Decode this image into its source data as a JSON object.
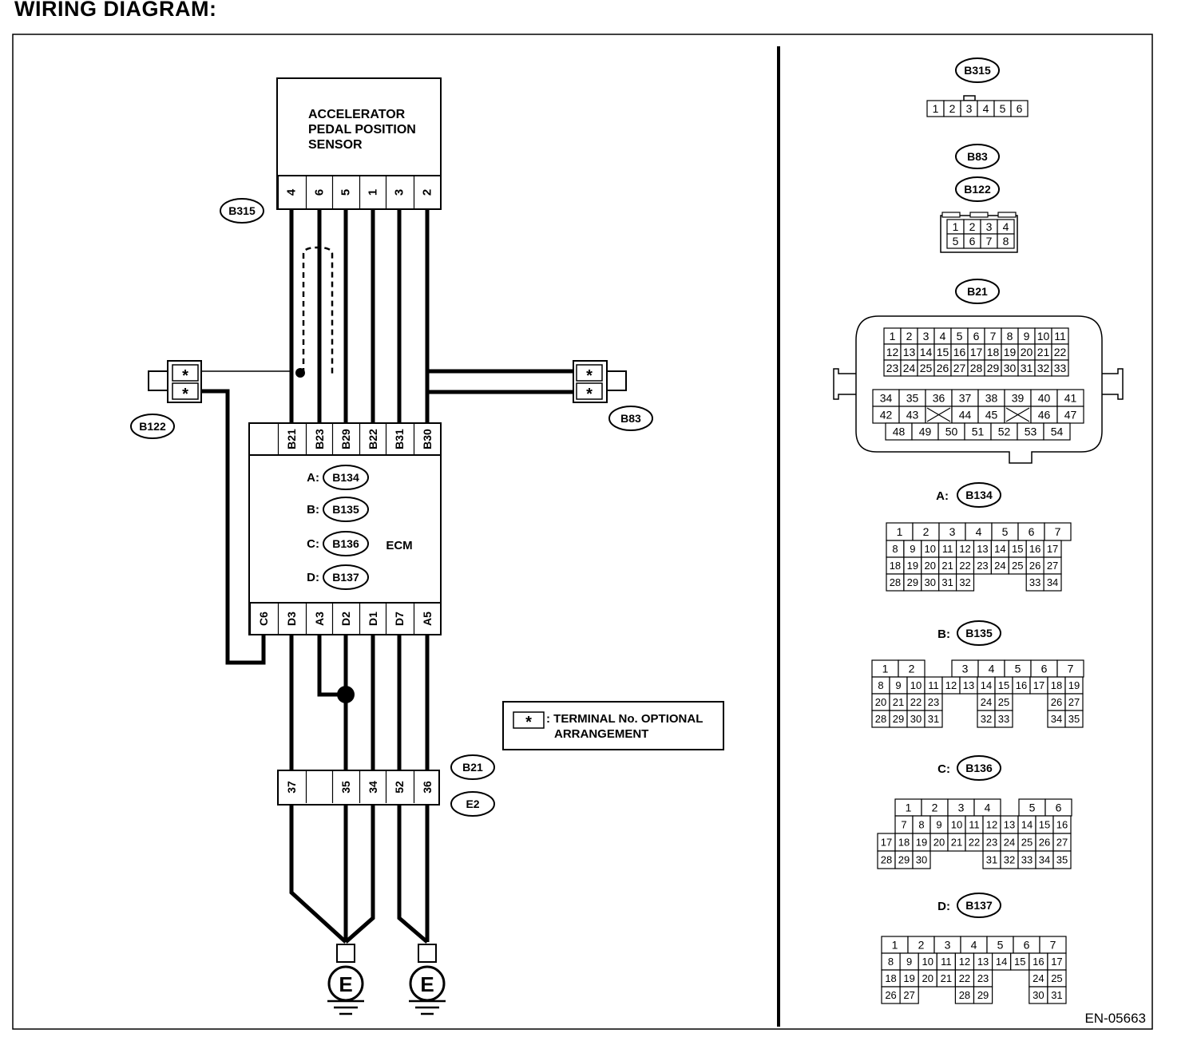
{
  "title": "WIRING DIAGRAM:",
  "figure_id": "EN-05663",
  "sensor": {
    "label_lines": [
      "ACCELERATOR",
      "PEDAL POSITION",
      "SENSOR"
    ],
    "connector": "B315",
    "pins": [
      "4",
      "6",
      "5",
      "1",
      "3",
      "2"
    ]
  },
  "ecm": {
    "label": "ECM",
    "top_pins": [
      "B21",
      "B23",
      "B29",
      "B22",
      "B31",
      "B30"
    ],
    "bottom_pins": [
      "C6",
      "D3",
      "A3",
      "D2",
      "D1",
      "D7",
      "A5"
    ],
    "connectors": [
      {
        "letter": "A:",
        "id": "B134"
      },
      {
        "letter": "B:",
        "id": "B135"
      },
      {
        "letter": "C:",
        "id": "B136"
      },
      {
        "letter": "D:",
        "id": "B137"
      }
    ]
  },
  "left_connector": {
    "id": "B122",
    "pins": [
      "*",
      "*"
    ]
  },
  "right_connector": {
    "id": "B83",
    "pins": [
      "*",
      "*"
    ]
  },
  "joint_connector": {
    "ids": [
      "B21",
      "E2"
    ],
    "pins": [
      "37",
      "",
      "35",
      "34",
      "52",
      "36"
    ]
  },
  "grounds": [
    "E",
    "E"
  ],
  "legend": {
    "symbol": "*",
    "lines": [
      ": TERMINAL No. OPTIONAL",
      "ARRANGEMENT"
    ]
  },
  "connector_views": {
    "b315": {
      "id": "B315",
      "pins": [
        "1",
        "2",
        "3",
        "4",
        "5",
        "6"
      ]
    },
    "b83_b122": {
      "ids": [
        "B83",
        "B122"
      ],
      "rows": [
        [
          "1",
          "2",
          "3",
          "4"
        ],
        [
          "5",
          "6",
          "7",
          "8"
        ]
      ]
    },
    "b21": {
      "id": "B21",
      "top_rows": [
        [
          "1",
          "2",
          "3",
          "4",
          "5",
          "6",
          "7",
          "8",
          "9",
          "10",
          "11"
        ],
        [
          "12",
          "13",
          "14",
          "15",
          "16",
          "17",
          "18",
          "19",
          "20",
          "21",
          "22"
        ],
        [
          "23",
          "24",
          "25",
          "26",
          "27",
          "28",
          "29",
          "30",
          "31",
          "32",
          "33"
        ]
      ],
      "bottom_rows": [
        [
          "34",
          "35",
          "36",
          "37",
          "38",
          "39",
          "40",
          "41"
        ],
        [
          "42",
          "43",
          "X",
          "44",
          "45",
          "X",
          "46",
          "47"
        ],
        [
          "48",
          "49",
          "50",
          "51",
          "52",
          "53",
          "54"
        ]
      ]
    },
    "a_b134": {
      "prefix": "A:",
      "id": "B134",
      "rows": [
        [
          "1",
          "2",
          "3",
          "4",
          "5",
          "6",
          "7"
        ],
        [
          "8",
          "9",
          "10",
          "11",
          "12",
          "13",
          "14",
          "15",
          "16",
          "17"
        ],
        [
          "18",
          "19",
          "20",
          "21",
          "22",
          "23",
          "24",
          "25",
          "26",
          "27"
        ],
        [
          "28",
          "29",
          "30",
          "31",
          "32",
          "",
          "",
          "",
          "33",
          "34"
        ]
      ]
    },
    "b_b135": {
      "prefix": "B:",
      "id": "B135",
      "rows": [
        [
          "1",
          "2",
          "",
          "3",
          "4",
          "5",
          "6",
          "7"
        ],
        [
          "8",
          "9",
          "10",
          "11",
          "12",
          "13",
          "14",
          "15",
          "16",
          "17",
          "18",
          "19"
        ],
        [
          "20",
          "21",
          "22",
          "23",
          "",
          "",
          "24",
          "25",
          "",
          "",
          "26",
          "27"
        ],
        [
          "28",
          "29",
          "30",
          "31",
          "",
          "",
          "32",
          "33",
          "",
          "",
          "34",
          "35"
        ]
      ]
    },
    "c_b136": {
      "prefix": "C:",
      "id": "B136",
      "rows": [
        [
          "1",
          "2",
          "3",
          "4",
          "",
          "5",
          "6"
        ],
        [
          "7",
          "8",
          "9",
          "10",
          "11",
          "12",
          "13",
          "14",
          "15",
          "16"
        ],
        [
          "17",
          "18",
          "19",
          "20",
          "21",
          "22",
          "23",
          "24",
          "25",
          "26",
          "27"
        ],
        [
          "28",
          "29",
          "30",
          "",
          "",
          "",
          "31",
          "32",
          "33",
          "34",
          "35"
        ]
      ]
    },
    "d_b137": {
      "prefix": "D:",
      "id": "B137",
      "rows": [
        [
          "1",
          "2",
          "3",
          "4",
          "5",
          "6",
          "7"
        ],
        [
          "8",
          "9",
          "10",
          "11",
          "12",
          "13",
          "14",
          "15",
          "16",
          "17"
        ],
        [
          "18",
          "19",
          "20",
          "21",
          "22",
          "23",
          "",
          "",
          "24",
          "25"
        ],
        [
          "26",
          "27",
          "",
          "",
          "28",
          "29",
          "",
          "",
          "30",
          "31"
        ]
      ]
    }
  }
}
